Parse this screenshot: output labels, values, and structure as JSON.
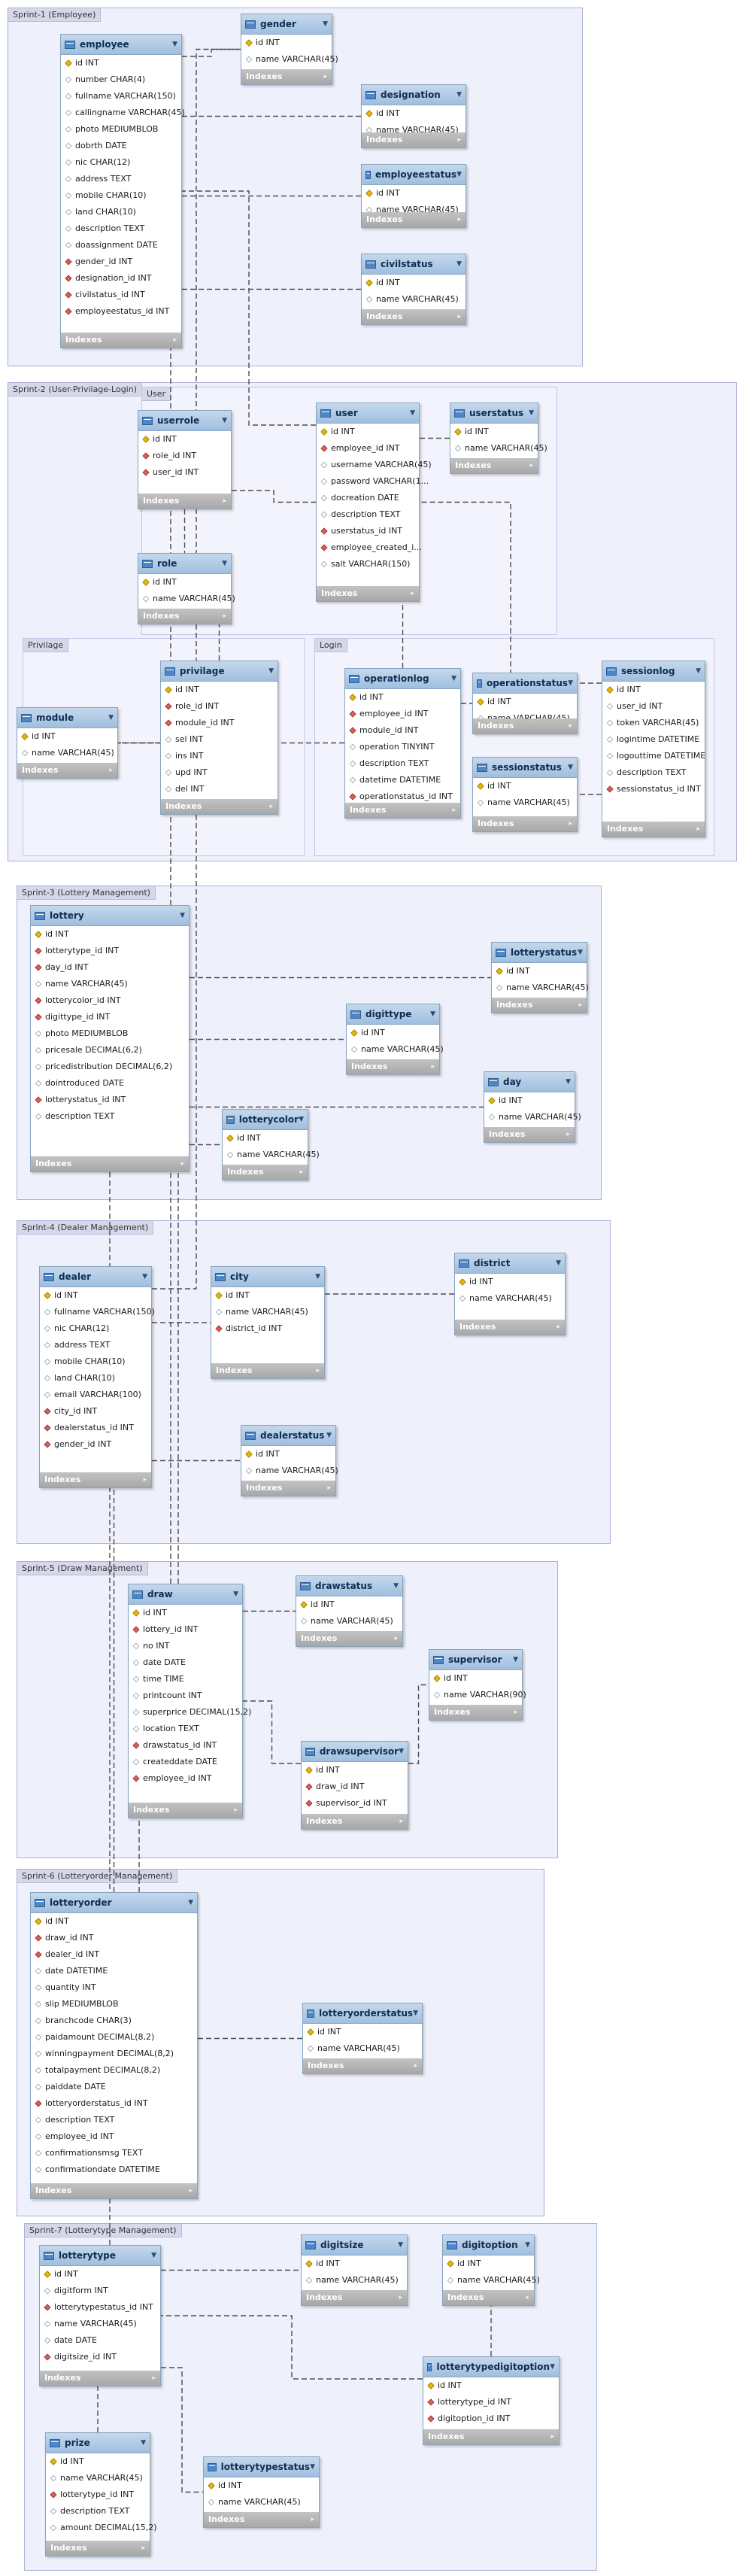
{
  "regions": [
    {
      "id": "r1",
      "label": "Sprint-1 (Employee)"
    },
    {
      "id": "r2",
      "label": "Sprint-2 (User-Privilage-Login)"
    },
    {
      "id": "r2u",
      "label": "User"
    },
    {
      "id": "r2p",
      "label": "Privilage"
    },
    {
      "id": "r2l",
      "label": "Login"
    },
    {
      "id": "r3",
      "label": "Sprint-3 (Lottery Management)"
    },
    {
      "id": "r4",
      "label": "Sprint-4 (Dealer Management)"
    },
    {
      "id": "r5",
      "label": "Sprint-5 (Draw Management)"
    },
    {
      "id": "r6",
      "label": "Sprint-6 (Lotteryorder Management)"
    },
    {
      "id": "r7",
      "label": "Sprint-7 (Lotterytype Management)"
    }
  ],
  "footer_label": "Indexes",
  "tables": [
    {
      "id": "employee",
      "name": "employee",
      "columns": [
        {
          "t": "pk",
          "text": "id INT"
        },
        {
          "t": "c",
          "text": "number CHAR(4)"
        },
        {
          "t": "c",
          "text": "fullname VARCHAR(150)"
        },
        {
          "t": "c",
          "text": "callingname VARCHAR(45)"
        },
        {
          "t": "c",
          "text": "photo MEDIUMBLOB"
        },
        {
          "t": "c",
          "text": "dobrth DATE"
        },
        {
          "t": "c",
          "text": "nic CHAR(12)"
        },
        {
          "t": "c",
          "text": "address TEXT"
        },
        {
          "t": "c",
          "text": "mobile CHAR(10)"
        },
        {
          "t": "c",
          "text": "land CHAR(10)"
        },
        {
          "t": "c",
          "text": "description TEXT"
        },
        {
          "t": "c",
          "text": "doassignment DATE"
        },
        {
          "t": "fk",
          "text": "gender_id INT"
        },
        {
          "t": "fk",
          "text": "designation_id INT"
        },
        {
          "t": "fk",
          "text": "civilstatus_id INT"
        },
        {
          "t": "fk",
          "text": "employeestatus_id INT"
        }
      ]
    },
    {
      "id": "gender",
      "name": "gender",
      "columns": [
        {
          "t": "pk",
          "text": "id INT"
        },
        {
          "t": "c",
          "text": "name VARCHAR(45)"
        }
      ]
    },
    {
      "id": "designation",
      "name": "designation",
      "columns": [
        {
          "t": "pk",
          "text": "id INT"
        },
        {
          "t": "c",
          "text": "name VARCHAR(45)"
        }
      ]
    },
    {
      "id": "employeestatus",
      "name": "employeestatus",
      "columns": [
        {
          "t": "pk",
          "text": "id INT"
        },
        {
          "t": "c",
          "text": "name VARCHAR(45)"
        }
      ]
    },
    {
      "id": "civilstatus",
      "name": "civilstatus",
      "columns": [
        {
          "t": "pk",
          "text": "id INT"
        },
        {
          "t": "c",
          "text": "name VARCHAR(45)"
        }
      ]
    },
    {
      "id": "userrole",
      "name": "userrole",
      "columns": [
        {
          "t": "pk",
          "text": "id INT"
        },
        {
          "t": "fk",
          "text": "role_id INT"
        },
        {
          "t": "fk",
          "text": "user_id INT"
        }
      ]
    },
    {
      "id": "user",
      "name": "user",
      "columns": [
        {
          "t": "pk",
          "text": "id INT"
        },
        {
          "t": "fk",
          "text": "employee_id INT"
        },
        {
          "t": "c",
          "text": "username VARCHAR(45)"
        },
        {
          "t": "c",
          "text": "password VARCHAR(1..."
        },
        {
          "t": "c",
          "text": "docreation DATE"
        },
        {
          "t": "c",
          "text": "description TEXT"
        },
        {
          "t": "fk",
          "text": "userstatus_id INT"
        },
        {
          "t": "fk",
          "text": "employee_created_i..."
        },
        {
          "t": "c",
          "text": "salt VARCHAR(150)"
        }
      ]
    },
    {
      "id": "userstatus",
      "name": "userstatus",
      "columns": [
        {
          "t": "pk",
          "text": "id INT"
        },
        {
          "t": "c",
          "text": "name VARCHAR(45)"
        }
      ]
    },
    {
      "id": "role",
      "name": "role",
      "columns": [
        {
          "t": "pk",
          "text": "id INT"
        },
        {
          "t": "c",
          "text": "name VARCHAR(45)"
        }
      ]
    },
    {
      "id": "privilage",
      "name": "privilage",
      "columns": [
        {
          "t": "pk",
          "text": "id INT"
        },
        {
          "t": "fk",
          "text": "role_id INT"
        },
        {
          "t": "fk",
          "text": "module_id INT"
        },
        {
          "t": "c",
          "text": "sel INT"
        },
        {
          "t": "c",
          "text": "ins INT"
        },
        {
          "t": "c",
          "text": "upd INT"
        },
        {
          "t": "c",
          "text": "del INT"
        }
      ]
    },
    {
      "id": "module",
      "name": "module",
      "columns": [
        {
          "t": "pk",
          "text": "id INT"
        },
        {
          "t": "c",
          "text": "name VARCHAR(45)"
        }
      ]
    },
    {
      "id": "operationlog",
      "name": "operationlog",
      "columns": [
        {
          "t": "pk",
          "text": "id INT"
        },
        {
          "t": "fk",
          "text": "employee_id INT"
        },
        {
          "t": "fk",
          "text": "module_id INT"
        },
        {
          "t": "c",
          "text": "operation TINYINT"
        },
        {
          "t": "c",
          "text": "description TEXT"
        },
        {
          "t": "c",
          "text": "datetime DATETIME"
        },
        {
          "t": "fk",
          "text": "operationstatus_id INT"
        }
      ]
    },
    {
      "id": "operationstatus",
      "name": "operationstatus",
      "columns": [
        {
          "t": "pk",
          "text": "id INT"
        },
        {
          "t": "c",
          "text": "name VARCHAR(45)"
        }
      ]
    },
    {
      "id": "sessionstatus",
      "name": "sessionstatus",
      "columns": [
        {
          "t": "pk",
          "text": "id INT"
        },
        {
          "t": "c",
          "text": "name VARCHAR(45)"
        }
      ]
    },
    {
      "id": "sessionlog",
      "name": "sessionlog",
      "columns": [
        {
          "t": "pk",
          "text": "id INT"
        },
        {
          "t": "c",
          "text": "user_id INT"
        },
        {
          "t": "c",
          "text": "token VARCHAR(45)"
        },
        {
          "t": "c",
          "text": "logintime DATETIME"
        },
        {
          "t": "c",
          "text": "logouttime DATETIME"
        },
        {
          "t": "c",
          "text": "description TEXT"
        },
        {
          "t": "fk",
          "text": "sessionstatus_id INT"
        }
      ]
    },
    {
      "id": "lottery",
      "name": "lottery",
      "columns": [
        {
          "t": "pk",
          "text": "id INT"
        },
        {
          "t": "fk",
          "text": "lotterytype_id INT"
        },
        {
          "t": "fk",
          "text": "day_id INT"
        },
        {
          "t": "c",
          "text": "name VARCHAR(45)"
        },
        {
          "t": "fk",
          "text": "lotterycolor_id INT"
        },
        {
          "t": "fk",
          "text": "digittype_id INT"
        },
        {
          "t": "c",
          "text": "photo MEDIUMBLOB"
        },
        {
          "t": "c",
          "text": "pricesale DECIMAL(6,2)"
        },
        {
          "t": "c",
          "text": "pricedistribution DECIMAL(6,2)"
        },
        {
          "t": "c",
          "text": "dointroduced DATE"
        },
        {
          "t": "fk",
          "text": "lotterystatus_id INT"
        },
        {
          "t": "c",
          "text": "description TEXT"
        }
      ]
    },
    {
      "id": "lotterystatus",
      "name": "lotterystatus",
      "columns": [
        {
          "t": "pk",
          "text": "id INT"
        },
        {
          "t": "c",
          "text": "name VARCHAR(45)"
        }
      ]
    },
    {
      "id": "digittype",
      "name": "digittype",
      "columns": [
        {
          "t": "pk",
          "text": "id INT"
        },
        {
          "t": "c",
          "text": "name VARCHAR(45)"
        }
      ]
    },
    {
      "id": "day",
      "name": "day",
      "columns": [
        {
          "t": "pk",
          "text": "id INT"
        },
        {
          "t": "c",
          "text": "name VARCHAR(45)"
        }
      ]
    },
    {
      "id": "lotterycolor",
      "name": "lotterycolor",
      "columns": [
        {
          "t": "pk",
          "text": "id INT"
        },
        {
          "t": "c",
          "text": "name VARCHAR(45)"
        }
      ]
    },
    {
      "id": "dealer",
      "name": "dealer",
      "columns": [
        {
          "t": "pk",
          "text": "id INT"
        },
        {
          "t": "c",
          "text": "fullname VARCHAR(150)"
        },
        {
          "t": "c",
          "text": "nic CHAR(12)"
        },
        {
          "t": "c",
          "text": "address TEXT"
        },
        {
          "t": "c",
          "text": "mobile CHAR(10)"
        },
        {
          "t": "c",
          "text": "land CHAR(10)"
        },
        {
          "t": "c",
          "text": "email VARCHAR(100)"
        },
        {
          "t": "fk",
          "text": "city_id INT"
        },
        {
          "t": "fk",
          "text": "dealerstatus_id INT"
        },
        {
          "t": "fk",
          "text": "gender_id INT"
        }
      ]
    },
    {
      "id": "city",
      "name": "city",
      "columns": [
        {
          "t": "pk",
          "text": "id INT"
        },
        {
          "t": "c",
          "text": "name VARCHAR(45)"
        },
        {
          "t": "fk",
          "text": "district_id INT"
        }
      ]
    },
    {
      "id": "district",
      "name": "district",
      "columns": [
        {
          "t": "pk",
          "text": "id INT"
        },
        {
          "t": "c",
          "text": "name VARCHAR(45)"
        }
      ]
    },
    {
      "id": "dealerstatus",
      "name": "dealerstatus",
      "columns": [
        {
          "t": "pk",
          "text": "id INT"
        },
        {
          "t": "c",
          "text": "name VARCHAR(45)"
        }
      ]
    },
    {
      "id": "draw",
      "name": "draw",
      "columns": [
        {
          "t": "pk",
          "text": "id INT"
        },
        {
          "t": "fk",
          "text": "lottery_id INT"
        },
        {
          "t": "c",
          "text": "no INT"
        },
        {
          "t": "c",
          "text": "date DATE"
        },
        {
          "t": "c",
          "text": "time TIME"
        },
        {
          "t": "c",
          "text": "printcount INT"
        },
        {
          "t": "c",
          "text": "superprice DECIMAL(15,2)"
        },
        {
          "t": "c",
          "text": "location TEXT"
        },
        {
          "t": "fk",
          "text": "drawstatus_id INT"
        },
        {
          "t": "c",
          "text": "createddate DATE"
        },
        {
          "t": "fk",
          "text": "employee_id INT"
        }
      ]
    },
    {
      "id": "drawstatus",
      "name": "drawstatus",
      "columns": [
        {
          "t": "pk",
          "text": "id INT"
        },
        {
          "t": "c",
          "text": "name VARCHAR(45)"
        }
      ]
    },
    {
      "id": "supervisor",
      "name": "supervisor",
      "columns": [
        {
          "t": "pk",
          "text": "id INT"
        },
        {
          "t": "c",
          "text": "name VARCHAR(90)"
        }
      ]
    },
    {
      "id": "drawsupervisor",
      "name": "drawsupervisor",
      "columns": [
        {
          "t": "pk",
          "text": "id INT"
        },
        {
          "t": "fk",
          "text": "draw_id INT"
        },
        {
          "t": "fk",
          "text": "supervisor_id INT"
        }
      ]
    },
    {
      "id": "lotteryorder",
      "name": "lotteryorder",
      "columns": [
        {
          "t": "pk",
          "text": "id INT"
        },
        {
          "t": "fk",
          "text": "draw_id INT"
        },
        {
          "t": "fk",
          "text": "dealer_id INT"
        },
        {
          "t": "c",
          "text": "date DATETIME"
        },
        {
          "t": "c",
          "text": "quantity INT"
        },
        {
          "t": "c",
          "text": "slip MEDIUMBLOB"
        },
        {
          "t": "c",
          "text": "branchcode CHAR(3)"
        },
        {
          "t": "c",
          "text": "paidamount DECIMAL(8,2)"
        },
        {
          "t": "c",
          "text": "winningpayment DECIMAL(8,2)"
        },
        {
          "t": "c",
          "text": "totalpayment DECIMAL(8,2)"
        },
        {
          "t": "c",
          "text": "paiddate DATE"
        },
        {
          "t": "fk",
          "text": "lotteryorderstatus_id INT"
        },
        {
          "t": "c",
          "text": "description TEXT"
        },
        {
          "t": "c",
          "text": "employee_id INT"
        },
        {
          "t": "c",
          "text": "confirmationsmsg TEXT"
        },
        {
          "t": "c",
          "text": "confirmationdate DATETIME"
        }
      ]
    },
    {
      "id": "lotteryorderstatus",
      "name": "lotteryorderstatus",
      "columns": [
        {
          "t": "pk",
          "text": "id INT"
        },
        {
          "t": "c",
          "text": "name VARCHAR(45)"
        }
      ]
    },
    {
      "id": "lotterytype",
      "name": "lotterytype",
      "columns": [
        {
          "t": "pk",
          "text": "id INT"
        },
        {
          "t": "c",
          "text": "digitform INT"
        },
        {
          "t": "fk",
          "text": "lotterytypestatus_id INT"
        },
        {
          "t": "c",
          "text": "name VARCHAR(45)"
        },
        {
          "t": "c",
          "text": "date DATE"
        },
        {
          "t": "fk",
          "text": "digitsize_id INT"
        }
      ]
    },
    {
      "id": "digitsize",
      "name": "digitsize",
      "columns": [
        {
          "t": "pk",
          "text": "id INT"
        },
        {
          "t": "c",
          "text": "name VARCHAR(45)"
        }
      ]
    },
    {
      "id": "digitoption",
      "name": "digitoption",
      "columns": [
        {
          "t": "pk",
          "text": "id INT"
        },
        {
          "t": "c",
          "text": "name VARCHAR(45)"
        }
      ]
    },
    {
      "id": "lotterytypedigitoption",
      "name": "lotterytypedigitoption",
      "columns": [
        {
          "t": "pk",
          "text": "id INT"
        },
        {
          "t": "fk",
          "text": "lotterytype_id INT"
        },
        {
          "t": "fk",
          "text": "digitoption_id INT"
        }
      ]
    },
    {
      "id": "prize",
      "name": "prize",
      "columns": [
        {
          "t": "pk",
          "text": "id INT"
        },
        {
          "t": "c",
          "text": "name VARCHAR(45)"
        },
        {
          "t": "fk",
          "text": "lotterytype_id INT"
        },
        {
          "t": "c",
          "text": "description TEXT"
        },
        {
          "t": "c",
          "text": "amount DECIMAL(15,2)"
        }
      ]
    },
    {
      "id": "lotterytypestatus",
      "name": "lotterytypestatus",
      "columns": [
        {
          "t": "pk",
          "text": "id INT"
        },
        {
          "t": "c",
          "text": "name VARCHAR(45)"
        }
      ]
    }
  ],
  "relationships": [
    [
      "employee",
      "gender"
    ],
    [
      "employee",
      "designation"
    ],
    [
      "employee",
      "employeestatus"
    ],
    [
      "employee",
      "civilstatus"
    ],
    [
      "userrole",
      "user"
    ],
    [
      "userrole",
      "role"
    ],
    [
      "user",
      "employee"
    ],
    [
      "user",
      "userstatus"
    ],
    [
      "privilage",
      "role"
    ],
    [
      "privilage",
      "module"
    ],
    [
      "operationlog",
      "module"
    ],
    [
      "operationlog",
      "user"
    ],
    [
      "operationlog",
      "operationstatus"
    ],
    [
      "sessionlog",
      "sessionstatus"
    ],
    [
      "sessionlog",
      "user"
    ],
    [
      "lottery",
      "lotterystatus"
    ],
    [
      "lottery",
      "digittype"
    ],
    [
      "lottery",
      "day"
    ],
    [
      "lottery",
      "lotterycolor"
    ],
    [
      "lottery",
      "lotterytype"
    ],
    [
      "dealer",
      "city"
    ],
    [
      "city",
      "district"
    ],
    [
      "dealer",
      "dealerstatus"
    ],
    [
      "dealer",
      "gender"
    ],
    [
      "draw",
      "lottery"
    ],
    [
      "draw",
      "drawstatus"
    ],
    [
      "drawsupervisor",
      "draw"
    ],
    [
      "drawsupervisor",
      "supervisor"
    ],
    [
      "draw",
      "employee"
    ],
    [
      "lotteryorder",
      "draw"
    ],
    [
      "lotteryorder",
      "dealer"
    ],
    [
      "lotteryorder",
      "lotteryorderstatus"
    ],
    [
      "lotterytype",
      "digitsize"
    ],
    [
      "lotterytype",
      "lotterytypestatus"
    ],
    [
      "lotterytypedigitoption",
      "lotterytype"
    ],
    [
      "lotterytypedigitoption",
      "digitoption"
    ],
    [
      "prize",
      "lotterytype"
    ]
  ]
}
